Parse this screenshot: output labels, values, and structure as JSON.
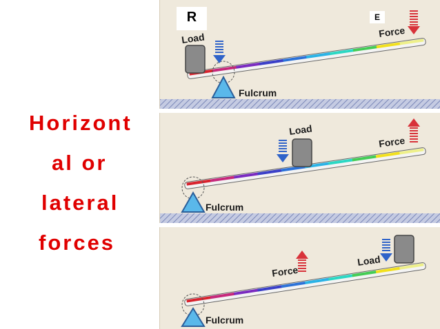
{
  "title": {
    "lines": [
      "Horizont",
      "al or",
      "lateral",
      "forces"
    ],
    "color": "#e00000"
  },
  "panels": [
    {
      "corner_labels": {
        "left": "R",
        "right": "E"
      },
      "load_label": "Load",
      "force_label": "Force",
      "fulcrum_label": "Fulcrum"
    },
    {
      "load_label": "Load",
      "force_label": "Force",
      "fulcrum_label": "Fulcrum"
    },
    {
      "load_label": "Load",
      "force_label": "Force",
      "fulcrum_label": "Fulcrum"
    }
  ],
  "colors": {
    "panel_background": "#efe9dc",
    "ground_hatch": "#7a87b8",
    "fulcrum_fill": "#5ab8ea",
    "load_arrow": "#2f63c9",
    "force_arrow": "#d8323a",
    "load_block": "#8a8a8a",
    "bar_segments": [
      "#d9232e",
      "#c6287b",
      "#7a2bc0",
      "#3a3fc8",
      "#2c72d8",
      "#2bb3e6",
      "#2bd8c4",
      "#44cc55",
      "#f2e01e",
      "#eef08a"
    ]
  }
}
